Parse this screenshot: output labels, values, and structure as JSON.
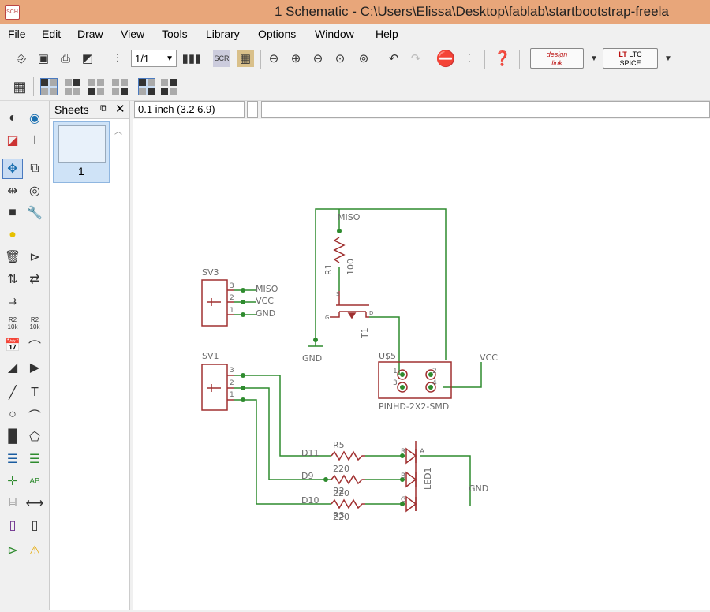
{
  "window": {
    "title": "1 Schematic - C:\\Users\\Elissa\\Desktop\\fablab\\startbootstrap-freela"
  },
  "menu": [
    "File",
    "Edit",
    "Draw",
    "View",
    "Tools",
    "Library",
    "Options",
    "Window",
    "Help"
  ],
  "toolbar": {
    "sheet_select": "1/1",
    "design_link": [
      "design",
      "link"
    ],
    "ltc_spice": [
      "LTC",
      "SPICE"
    ],
    "ltc_logo": "LT"
  },
  "left_tools": {
    "resistor_label_1": "R2",
    "resistor_value_1": "10k",
    "resistor_label_2": "R2",
    "resistor_value_2": "10k",
    "text_tool": "T",
    "label_tool": "AB"
  },
  "sheets_panel": {
    "title": "Sheets",
    "sheet_number": "1"
  },
  "coordinates": "0.1 inch (3.2 6.9)",
  "colors": {
    "wire": "#2e8b2e",
    "symbol": "#a03030",
    "text": "#6a6a6a",
    "titlebar": "#e8a67a"
  },
  "schematic": {
    "sv3": {
      "name": "SV3",
      "pins": [
        "3",
        "2",
        "1"
      ],
      "nets": [
        "MISO",
        "VCC",
        "GND"
      ]
    },
    "sv1": {
      "name": "SV1",
      "pins": [
        "3",
        "2",
        "1"
      ]
    },
    "r1": {
      "name": "R1",
      "value": "100",
      "net": "MISO"
    },
    "t1": {
      "name": "T1",
      "pin_labels": [
        "S",
        "G",
        "D"
      ]
    },
    "gnd_left": "GND",
    "header": {
      "name": "U$5",
      "package": "PINHD-2X2-SMD",
      "pins": [
        "1",
        "2",
        "3",
        "4"
      ],
      "vcc": "VCC"
    },
    "resistors": [
      {
        "net": "D11",
        "name": "R5",
        "value": "220"
      },
      {
        "net": "D9",
        "name": "R2",
        "value": "220"
      },
      {
        "net": "D10",
        "name": "R3",
        "value": "220"
      }
    ],
    "led": {
      "name": "LED1",
      "pins": [
        "R",
        "A",
        "B",
        "G"
      ],
      "gnd": "GND"
    }
  }
}
